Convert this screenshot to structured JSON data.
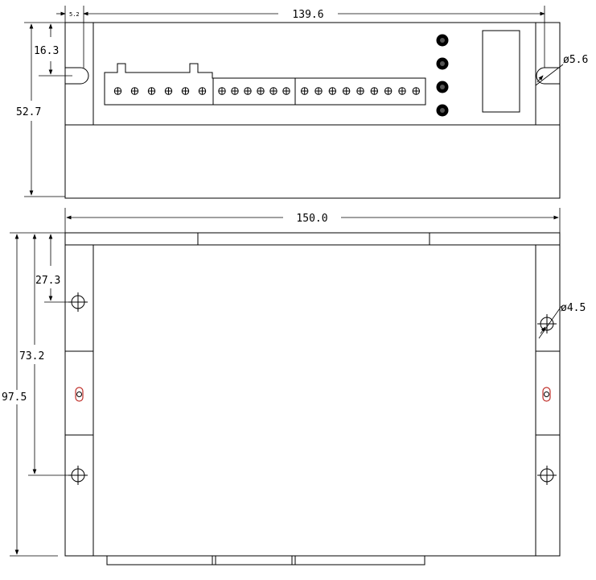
{
  "dimensions": {
    "hole_offset": "5.2",
    "hole_span": "139.6",
    "mount_hole_height": "16.3",
    "front_height": "52.7",
    "mount_hole_diameter_front": "ø5.6",
    "overall_width": "150.0",
    "top_hole_offset": "27.3",
    "hole_pitch": "73.2",
    "overall_depth": "97.5",
    "mount_hole_diameter_top": "ø4.5"
  },
  "front_view": {
    "led_count": 4,
    "terminal_blocks": [
      6,
      6,
      9
    ]
  },
  "top_view": {
    "flange_hole_count": 3
  }
}
